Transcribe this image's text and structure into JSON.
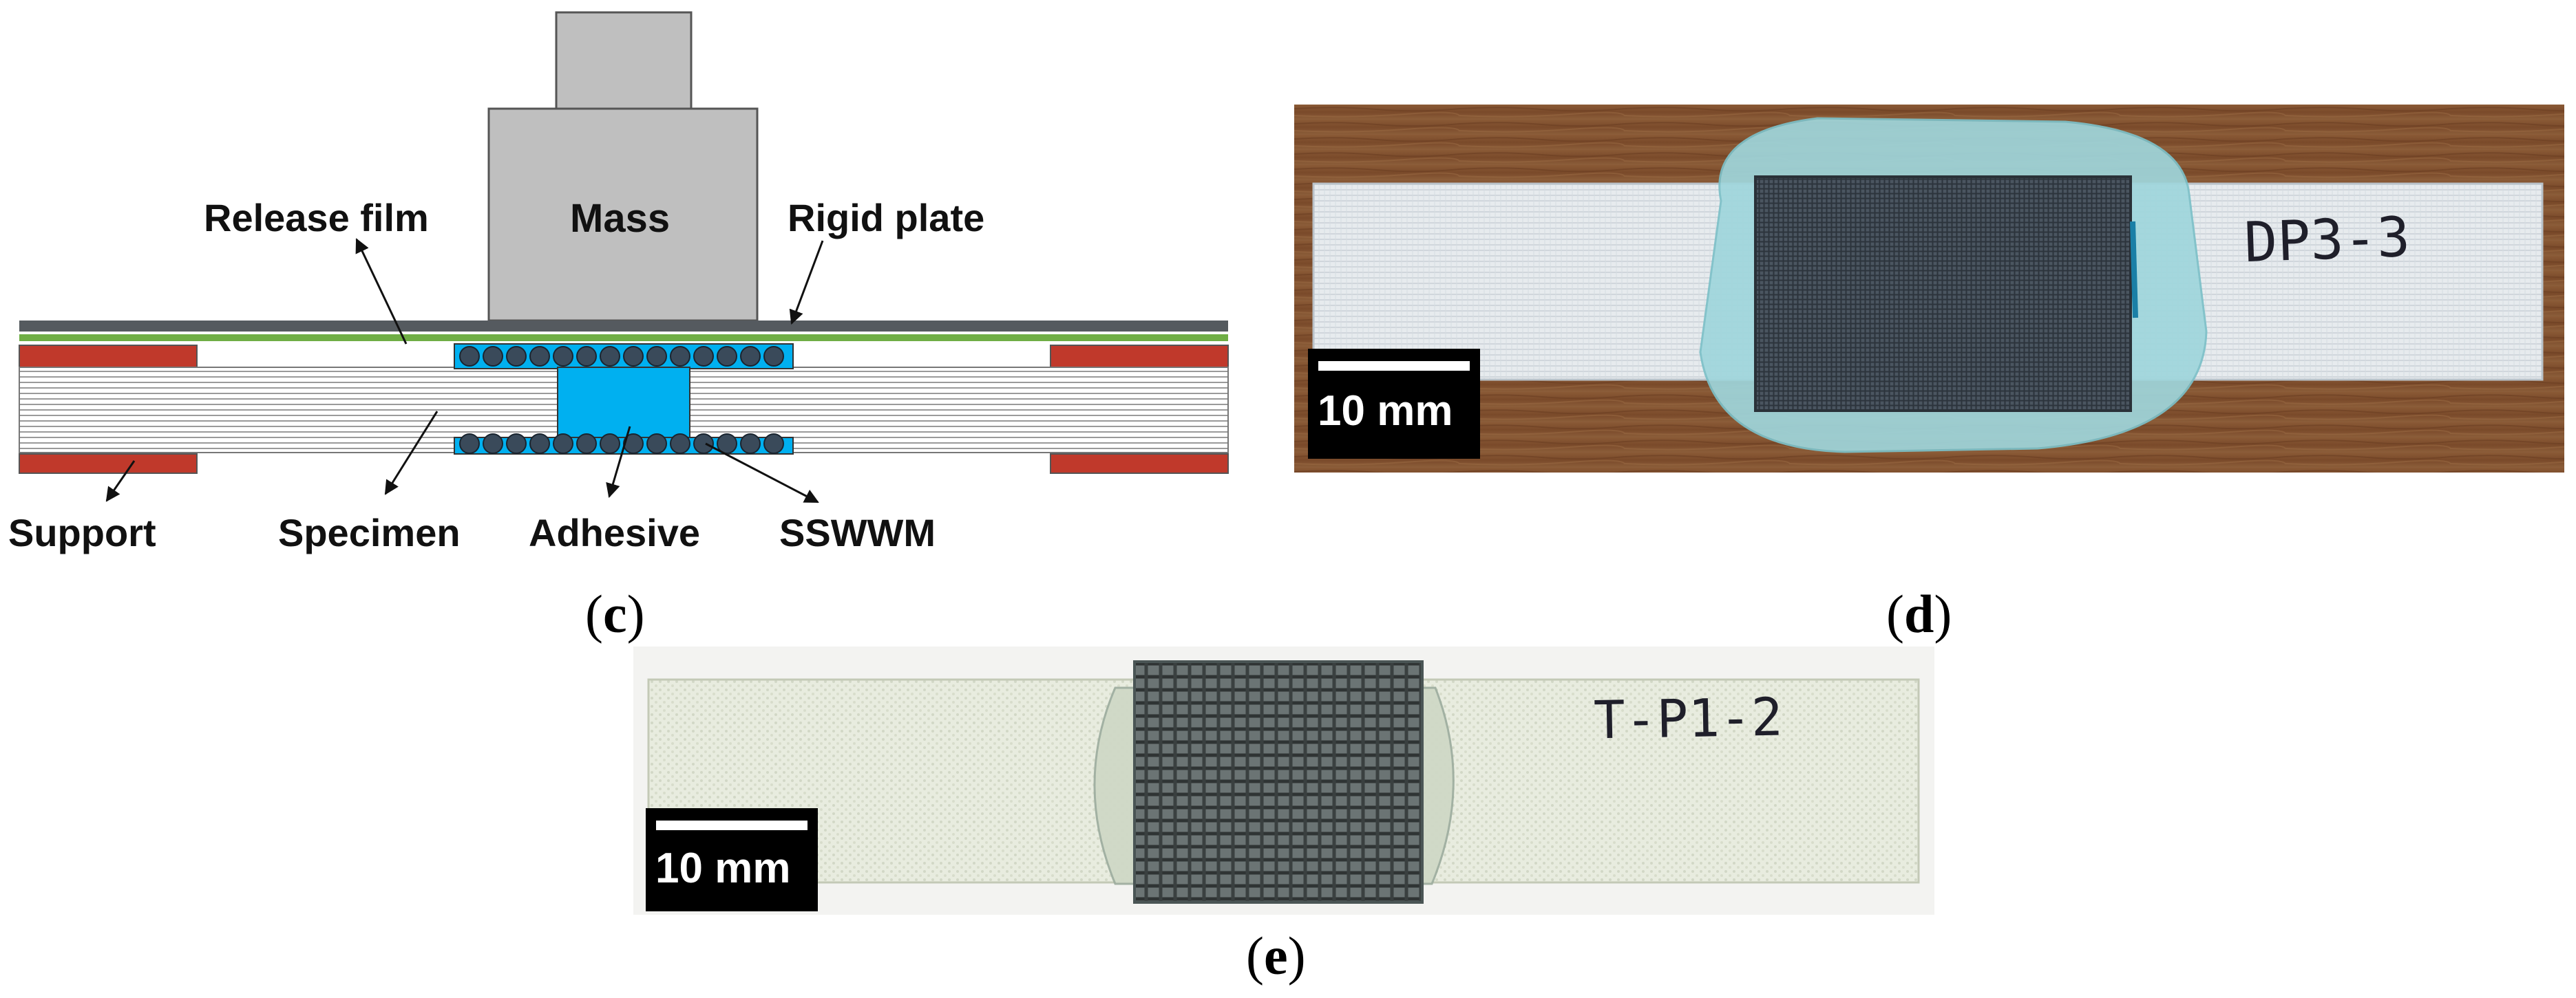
{
  "schematic": {
    "labels": {
      "mass": "Mass",
      "release_film": "Release film",
      "rigid_plate": "Rigid plate",
      "support": "Support",
      "specimen": "Specimen",
      "adhesive": "Adhesive",
      "sswwm": "SSWWM"
    },
    "colors": {
      "mass_fill": "#bfbfbf",
      "rigid_plate": "#555a5f",
      "release_film": "#6fae45",
      "support": "#c0392b",
      "adhesive": "#00b0f0",
      "mesh_wire": "#3a4a5a",
      "specimen_lines": "#999999"
    }
  },
  "photo_d": {
    "scale_bar_label": "10 mm",
    "handwritten_label": "DP3-3"
  },
  "photo_e": {
    "scale_bar_label": "10 mm",
    "handwritten_label": "T-P1-2"
  },
  "panel_labels": {
    "c": "c",
    "d": "d",
    "e": "e"
  }
}
